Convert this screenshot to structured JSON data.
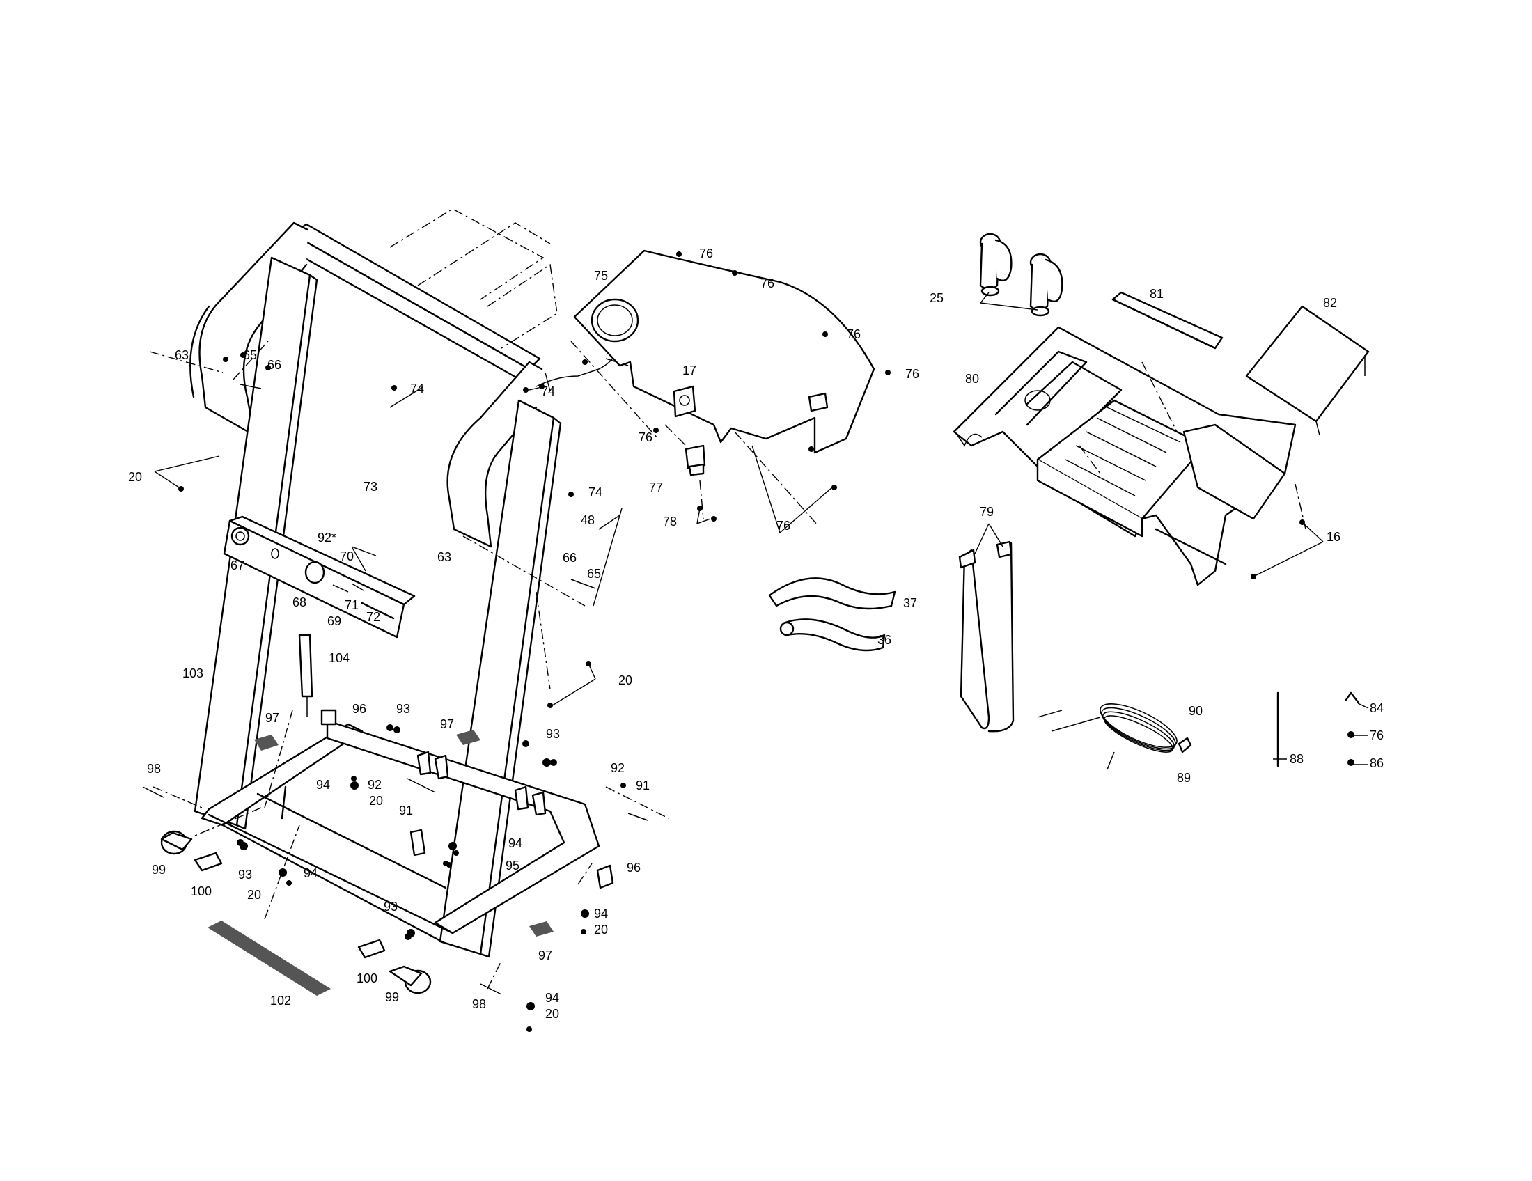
{
  "labels": {
    "p16": "16",
    "p17": "17",
    "p20a": "20",
    "p20b": "20",
    "p20c": "20",
    "p20d": "20",
    "p20e": "20",
    "p20f": "20",
    "p25": "25",
    "p36": "36",
    "p37": "37",
    "p48": "48",
    "p63a": "63",
    "p63b": "63",
    "p65a": "65",
    "p65b": "65",
    "p66a": "66",
    "p66b": "66",
    "p67": "67",
    "p68": "68",
    "p69": "69",
    "p70": "70",
    "p71": "71",
    "p72": "72",
    "p73": "73",
    "p74a": "74",
    "p74b": "74",
    "p74c": "74",
    "p75": "75",
    "p76a": "76",
    "p76b": "76",
    "p76c": "76",
    "p76d": "76",
    "p76e": "76",
    "p76f": "76",
    "p76g": "76",
    "p77": "77",
    "p78": "78",
    "p79": "79",
    "p80": "80",
    "p81": "81",
    "p82": "82",
    "p84": "84",
    "p86": "86",
    "p88": "88",
    "p89": "89",
    "p90": "90",
    "p91a": "91",
    "p91b": "91",
    "p92a": "92",
    "p92b": "92",
    "p92s": "92*",
    "p93a": "93",
    "p93b": "93",
    "p93c": "93",
    "p93d": "93",
    "p94a": "94",
    "p94b": "94",
    "p94c": "94",
    "p94d": "94",
    "p94e": "94",
    "p95": "95",
    "p96a": "96",
    "p96b": "96",
    "p97a": "97",
    "p97b": "97",
    "p97c": "97",
    "p98a": "98",
    "p98b": "98",
    "p99a": "99",
    "p99b": "99",
    "p100a": "100",
    "p100b": "100",
    "p102": "102",
    "p103": "103",
    "p104": "104"
  }
}
